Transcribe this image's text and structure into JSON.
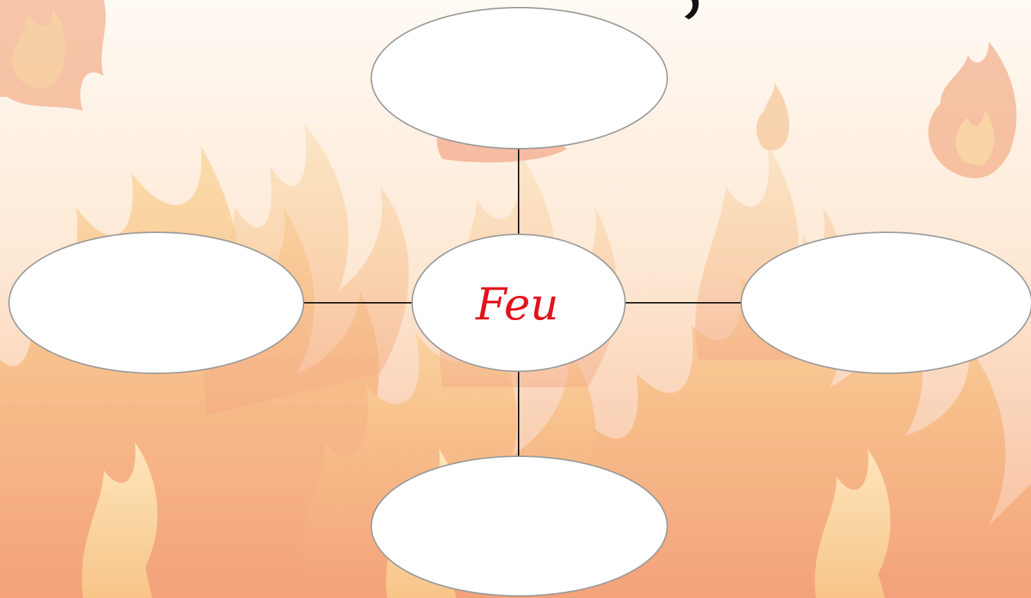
{
  "diagram": {
    "center_node": {
      "label": "Feu"
    },
    "outer_nodes": [
      {
        "position": "top",
        "label": ""
      },
      {
        "position": "left",
        "label": ""
      },
      {
        "position": "right",
        "label": ""
      },
      {
        "position": "bottom",
        "label": ""
      }
    ]
  },
  "colors": {
    "center_text": "#e3121b",
    "node_fill": "#ffffff",
    "node_stroke": "#9a9a9a",
    "connector": "#111111",
    "flame_outer": "#f3a07a",
    "flame_mid": "#f7c77e",
    "flame_inner": "#fbe3a0"
  },
  "background": {
    "theme": "flames"
  }
}
